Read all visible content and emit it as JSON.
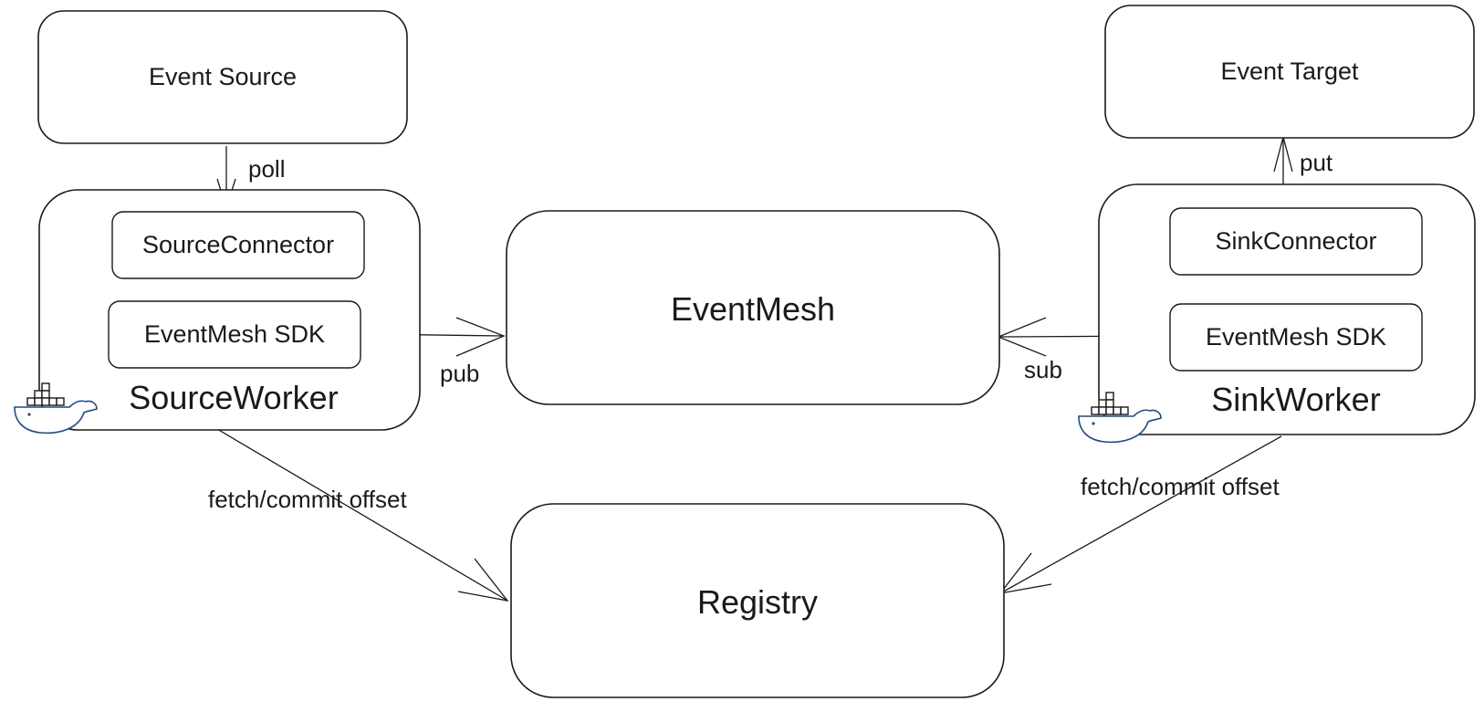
{
  "nodes": {
    "event_source": "Event Source",
    "event_target": "Event Target",
    "source_connector": "SourceConnector",
    "sink_connector": "SinkConnector",
    "source_sdk": "EventMesh SDK",
    "sink_sdk": "EventMesh SDK",
    "source_worker": "SourceWorker",
    "sink_worker": "SinkWorker",
    "eventmesh": "EventMesh",
    "registry": "Registry"
  },
  "edges": {
    "poll": "poll",
    "put": "put",
    "pub": "pub",
    "sub": "sub",
    "source_offset": "fetch/commit offset",
    "sink_offset": "fetch/commit offset"
  },
  "icons": {
    "source_worker_icon": "docker-whale-icon",
    "sink_worker_icon": "docker-whale-icon"
  }
}
